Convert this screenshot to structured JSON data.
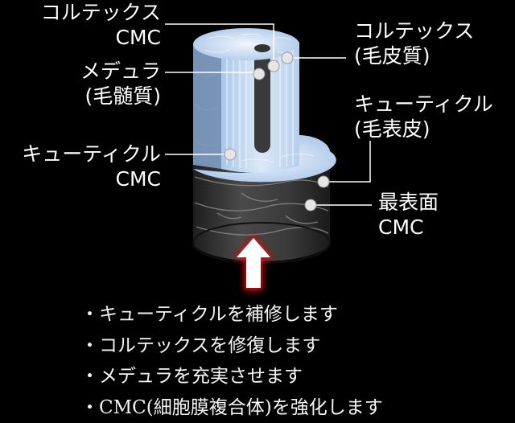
{
  "labels": {
    "cortex_cmc": [
      "コルテックス",
      "CMC"
    ],
    "cortex": [
      "コルテックス",
      "(毛皮質)"
    ],
    "medulla": [
      "メデュラ",
      "(毛髄質)"
    ],
    "cuticle": [
      "キューティクル",
      "(毛表皮)"
    ],
    "cuticle_cmc": [
      "キューティクル",
      "CMC"
    ],
    "surface_cmc": [
      "最表面",
      "CMC"
    ]
  },
  "bullets": [
    "・キューティクルを補修します",
    "・コルテックスを修復します",
    "・メデュラを充実させます",
    "・CMC(細胞膜複合体)を強化します"
  ],
  "colors": {
    "background": "#000000",
    "arrow_fill": "#ffffff",
    "arrow_glow": "#d01010",
    "leader_line": "#ffffff",
    "cuticle_surface": "#3c3c3c",
    "cortex_blue": "#c8dcf2"
  }
}
